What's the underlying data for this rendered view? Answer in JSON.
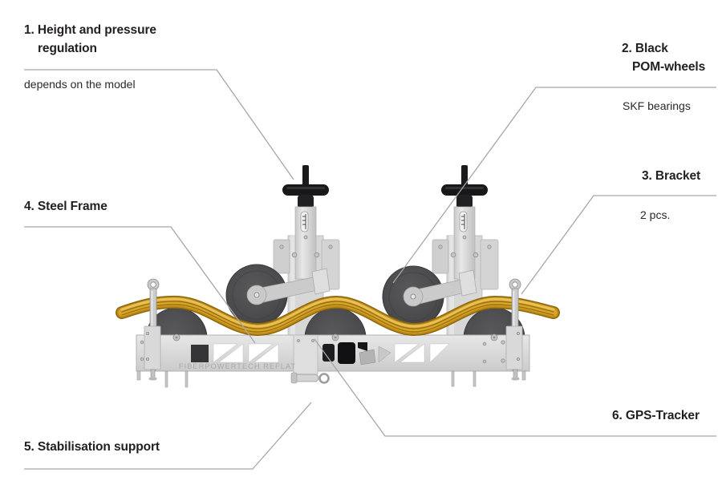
{
  "machine": {
    "brand": "FIBERPOWERTECH REFLAT"
  },
  "callouts": [
    {
      "id": "1",
      "heading_line1": "1. Height and pressure",
      "heading_line2": "regulation",
      "note": "depends on the model"
    },
    {
      "id": "2",
      "heading_line1": "2. Black",
      "heading_line2": "POM-wheels",
      "note": "SKF bearings"
    },
    {
      "id": "3",
      "heading_line1": "3. Bracket",
      "note": "2 pcs."
    },
    {
      "id": "4",
      "heading_line1": "4. Steel Frame"
    },
    {
      "id": "5",
      "heading_line1": "5. Stabilisation support"
    },
    {
      "id": "6",
      "heading_line1": "6. GPS-Tracker"
    }
  ],
  "colors": {
    "heading_text": "#232021",
    "note_text": "#2b2828",
    "leader_line": "#a6a6a6",
    "cable_yellow": "#c5911a",
    "cable_highlight": "#e9c056",
    "wheel_dark": "#4a4a4d",
    "frame_light": "#d9d9d9",
    "handle_black": "#18181a",
    "background": "#ffffff"
  }
}
